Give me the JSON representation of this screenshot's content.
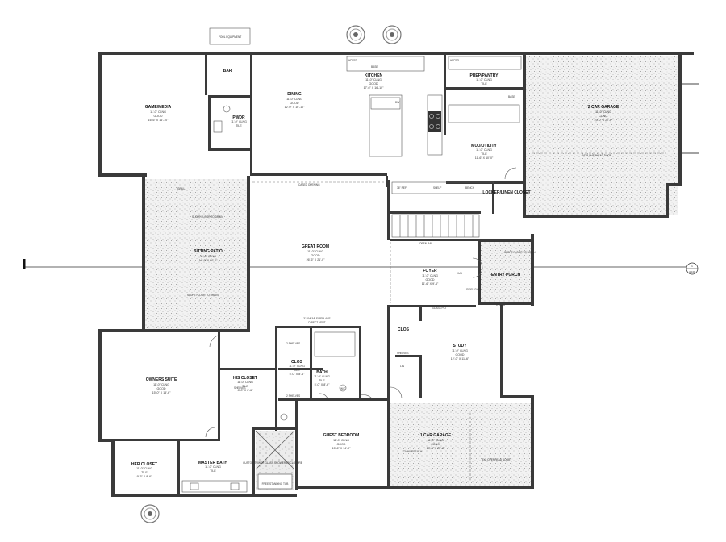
{
  "equipment_label": "POOL EQUIPMENT",
  "rooms": {
    "game_media": {
      "name": "GAME/MEDIA",
      "lines": [
        "11'-0\" CLNG",
        "GOOD",
        "16'-6\" X 16'-10\""
      ]
    },
    "bar": {
      "name": "BAR"
    },
    "pwdr": {
      "name": "PWDR",
      "lines": [
        "11'-0\" CLNG",
        "TILE"
      ]
    },
    "dining": {
      "name": "DINING",
      "lines": [
        "11'-0\" CLNG",
        "GOOD",
        "12'-0\" X 16'-10\""
      ]
    },
    "kitchen": {
      "name": "KITCHEN",
      "lines": [
        "11'-0\" CLNG",
        "GOOD",
        "17'-6\" X 16'-10\""
      ]
    },
    "prep_pantry": {
      "name": "PREP/PANTRY",
      "lines": [
        "11'-0\" CLNG",
        "TILE",
        "10'-6\" X 7'-6\""
      ]
    },
    "mud_utility": {
      "name": "MUD/UTILITY",
      "lines": [
        "11'-0\" CLNG",
        "TILE",
        "11'-6\" X 10'-0\""
      ]
    },
    "locker_closet": {
      "name": "LOCKER/LINEN CLOSET"
    },
    "garage2": {
      "name": "2 CAR GARAGE",
      "lines": [
        "11'-0\" CLNG",
        "CONC.",
        "23'-0\" X 27'-6\""
      ]
    },
    "sitting_patio": {
      "name": "SITTING PATIO",
      "lines": [
        "11'-0\" CLNG",
        "14'-9\" X 20'-0\""
      ]
    },
    "great_room": {
      "name": "GREAT ROOM",
      "lines": [
        "11'-0\" CLNG",
        "GOOD",
        "26'-6\" X 21'-0\""
      ]
    },
    "foyer": {
      "name": "FOYER",
      "lines": [
        "11'-0\" CLNG",
        "GOOD",
        "11'-6\" X 9'-6\""
      ]
    },
    "entry_porch": {
      "name": "ENTRY PORCH"
    },
    "owners_suite": {
      "name": "OWNERS SUITE",
      "lines": [
        "11'-0\" CLNG",
        "GOOD",
        "15'-0\" X 15'-6\""
      ]
    },
    "his_closet": {
      "name": "HIS CLOSET",
      "lines": [
        "11'-0\" CLNG",
        "TILE",
        "8'-0\" X 6'-6\""
      ]
    },
    "clos1": {
      "name": "CLOS",
      "lines": [
        "11'-0\" CLNG",
        "TILE",
        "5'-0\" X 8'-6\""
      ]
    },
    "bath": {
      "name": "BATH",
      "lines": [
        "11'-0\" CLNG",
        "TILE",
        "5'-0\" X 8'-6\""
      ]
    },
    "clos2": {
      "name": "CLOS"
    },
    "study": {
      "name": "STUDY",
      "lines": [
        "11'-0\" CLNG",
        "GOOD",
        "12'-0\" X 11'-6\""
      ]
    },
    "guest_bedroom": {
      "name": "GUEST BEDROOM",
      "lines": [
        "11'-0\" CLNG",
        "GOOD",
        "15'-6\" X 14'-0\""
      ]
    },
    "master_bath": {
      "name": "MASTER BATH",
      "lines": [
        "11'-0\" CLNG",
        "TILE"
      ]
    },
    "her_closet": {
      "name": "HER CLOSET",
      "lines": [
        "11'-0\" CLNG",
        "TILE",
        "9'-6\" X 8'-6\""
      ]
    },
    "garage1": {
      "name": "1 CAR GARAGE",
      "lines": [
        "11'-0\" CLNG",
        "CONC.",
        "14'-0\" X 20'-0\""
      ]
    }
  },
  "notes": {
    "fireplace": "3' LINEAR FIREPLACE",
    "direct_vent": "DIRECT VENT",
    "shelves1": "2 SHELVES",
    "shelves2": "2 SHELVES",
    "shower": "CUSTOM TOWER GLASS SHOWER ENCLOSURE",
    "tub": "FREE STANDING TUB",
    "tankless": "TANKLESS W.H.",
    "open_rail": "OPEN RAIL",
    "grill": "GRILL",
    "slope_a": "SLOPE FLOOR TO DRAIN",
    "slope_b": "SLOPE FLOOR TO DRAIN",
    "slope_c": "SLOPE FLOOR TO DRAIN",
    "overhead1": "16X8 OVERHEAD DOOR",
    "overhead2": "9X8 OVERHEAD DOOR",
    "cased_opening": "CASED OPENING",
    "upper1": "UPPER",
    "upper2": "UPPER",
    "base1": "BASE",
    "base2": "BASE",
    "ref": "36\" REF",
    "shelf": "SHELF",
    "bench": "BENCH",
    "shelves3": "SHELVES",
    "his_shelves": "SHELVES",
    "wc": "W/C",
    "lin": "LIN",
    "clos_label": "CLOS",
    "stoop": "STOOP",
    "glass_pkt": "GLASS PKT",
    "sidelight": "SIDELIGHT",
    "hub": "HUB",
    "dw": "DW"
  },
  "section_marker": {
    "number": "1",
    "sheet": "A4.00"
  },
  "colors": {
    "wall": "#3a3a3a",
    "speckle": "#bdbdbd"
  }
}
